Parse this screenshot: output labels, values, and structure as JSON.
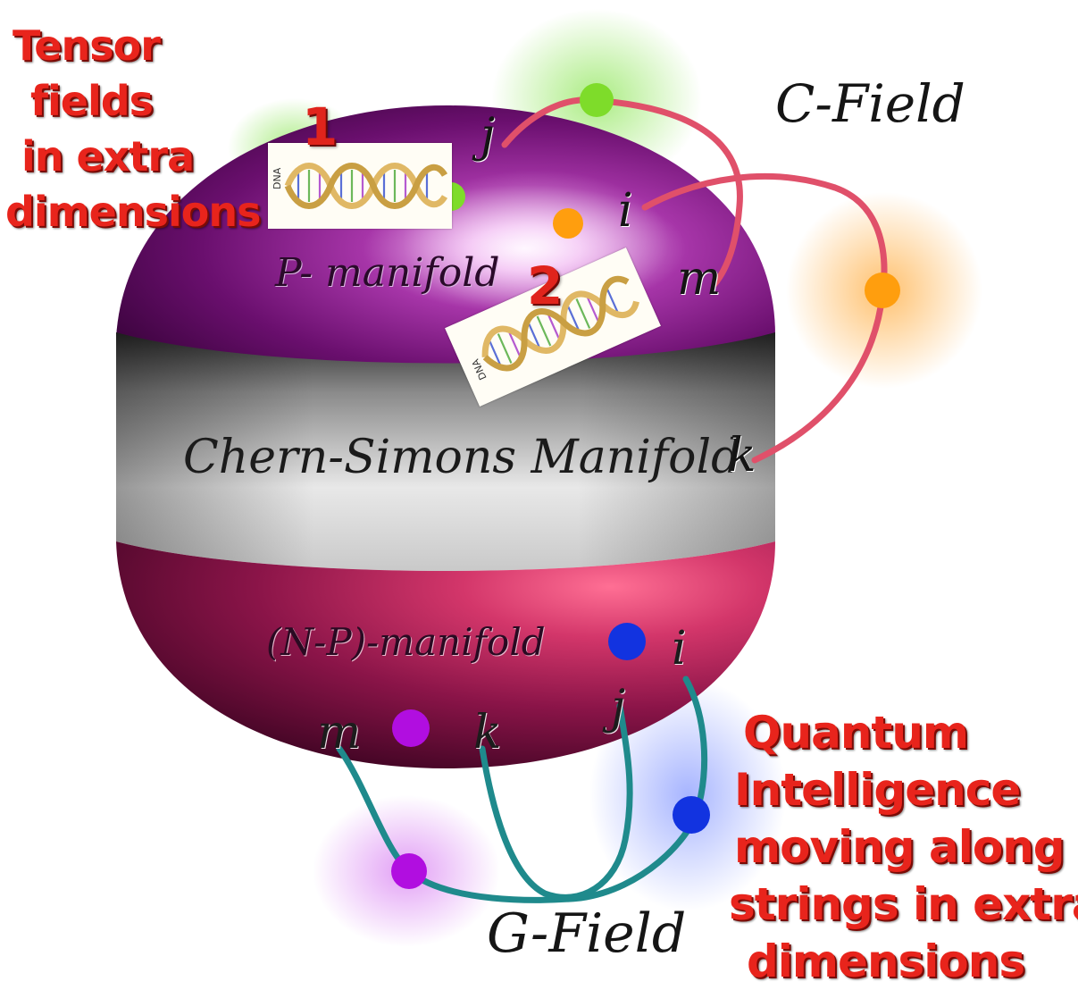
{
  "labels": {
    "tensor_lines": [
      "Tensor",
      "fields",
      "in extra",
      "dimensions"
    ],
    "quantum_lines": [
      "Quantum",
      "Intelligence",
      "moving along",
      "strings in extra",
      "dimensions"
    ],
    "c_field": "C-Field",
    "g_field": "G-Field",
    "p_manifold": "P- manifold",
    "chern_simons": "Chern-Simons Manifold",
    "np_manifold": "(N-P)-manifold",
    "number_1": "1",
    "number_2": "2",
    "dna_text": "DNA"
  },
  "indices": {
    "upper_j": "j",
    "upper_i": "i",
    "upper_m": "m",
    "upper_k": "k",
    "lower_i": "i",
    "lower_j": "j",
    "lower_k": "k",
    "lower_m": "m"
  },
  "colors": {
    "label_red": "#e8241c",
    "c_string": "#e0506a",
    "g_string": "#1f8a8c",
    "green_node": "#7edc2a",
    "orange_node": "#ff9e0e",
    "blue_node": "#1233e0",
    "purple_node": "#b10ee0",
    "p_manifold": "#6b0f6e",
    "np_manifold": "#8e1747",
    "chern_band": "#bdbdbd"
  },
  "icons": {
    "dna_1": "dna-helix-icon",
    "dna_2": "dna-helix-icon"
  }
}
